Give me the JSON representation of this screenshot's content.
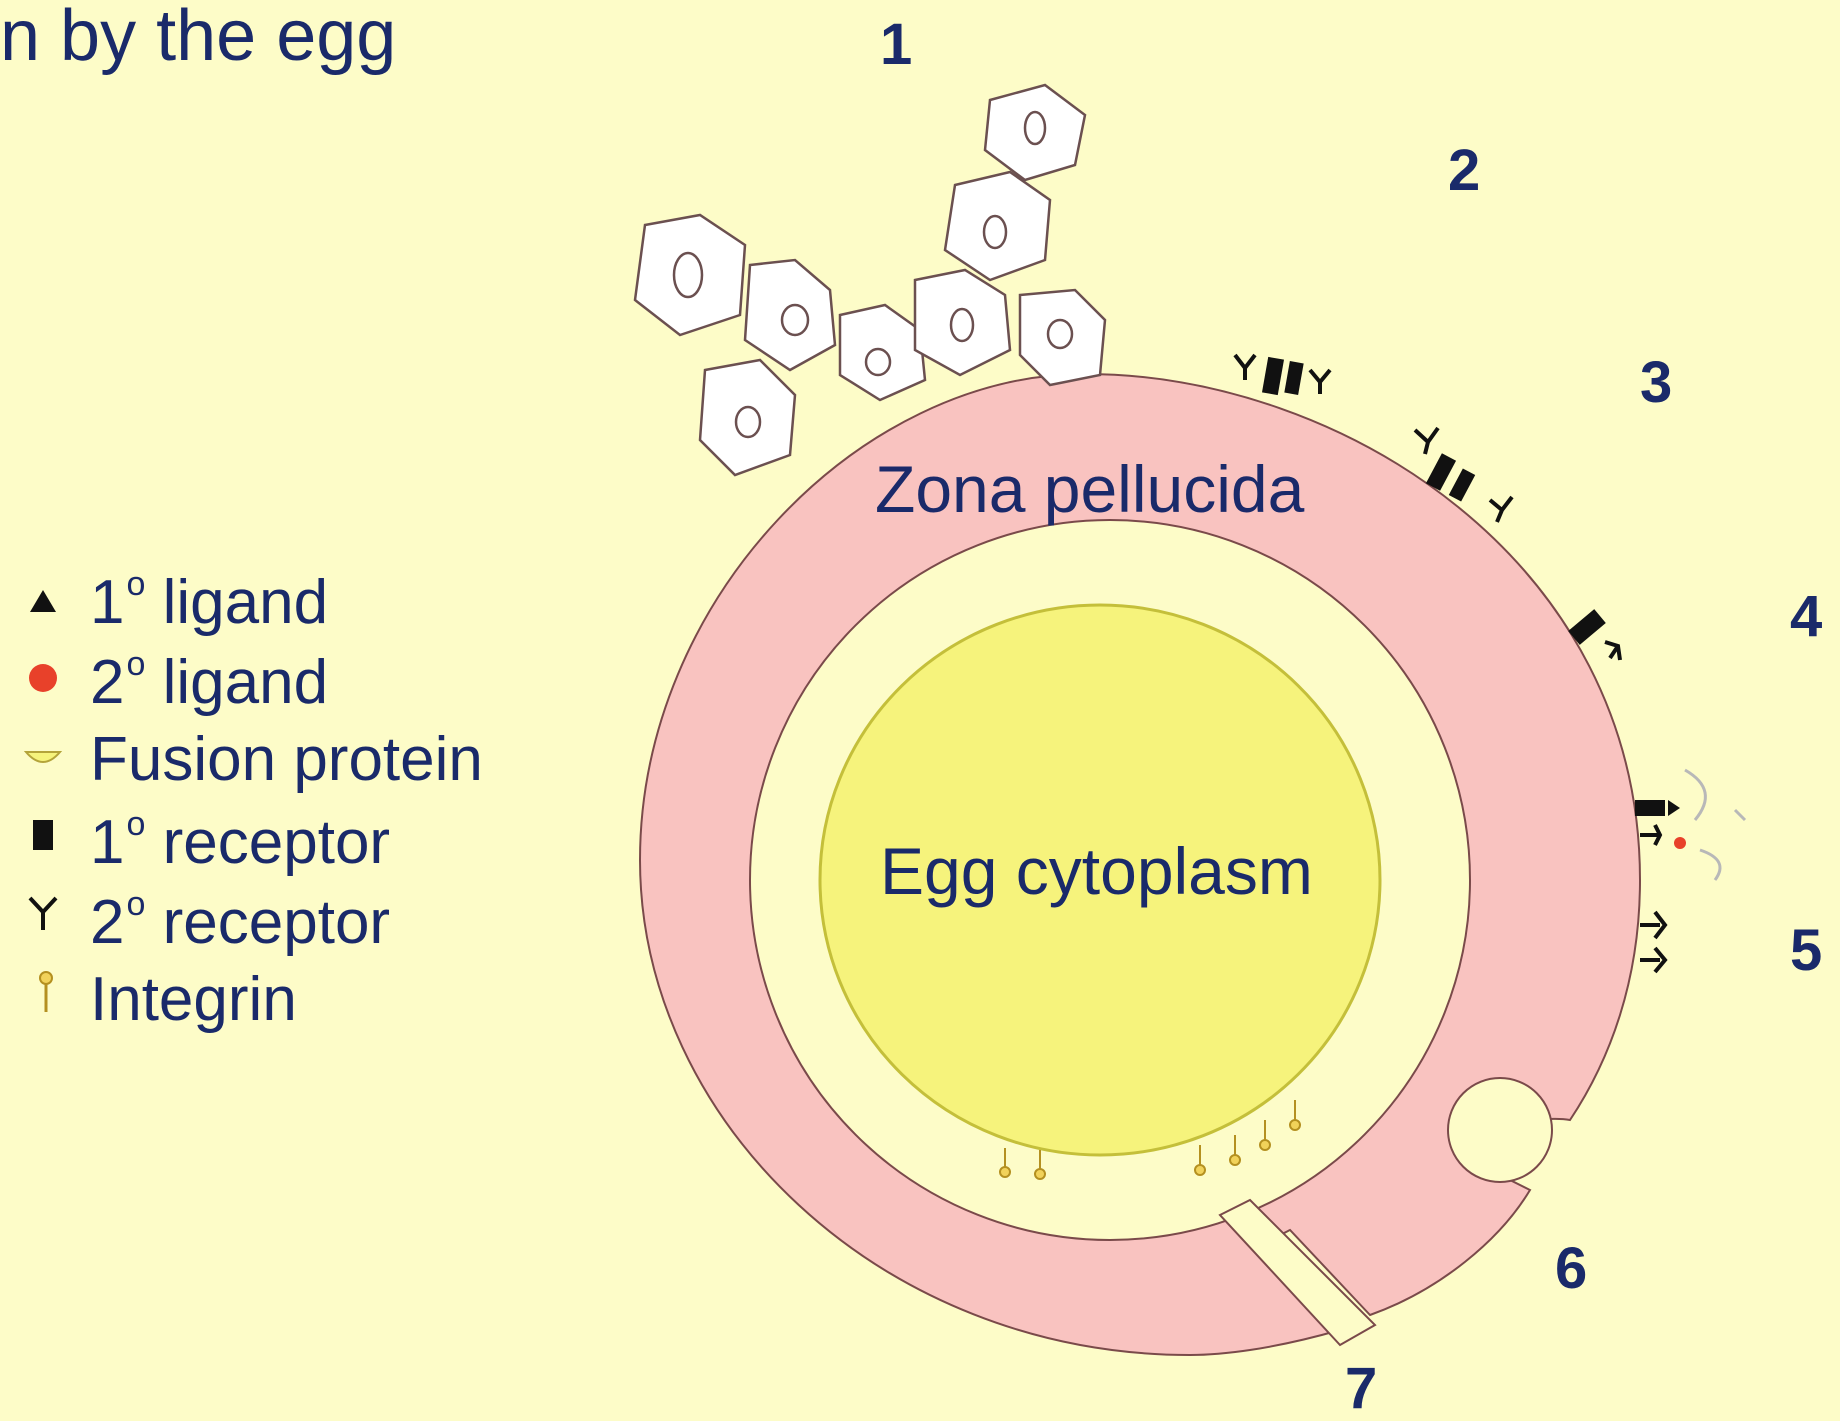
{
  "title": {
    "text": "n by the egg"
  },
  "step_labels": [
    "1",
    "2",
    "3",
    "4",
    "5",
    "6",
    "7"
  ],
  "regions": {
    "zona": "Zona pellucida",
    "cytoplasm": "Egg cytoplasm"
  },
  "legend": [
    {
      "num": "1",
      "sup": "o",
      "text": " ligand",
      "icon": "triangle-ligand-icon"
    },
    {
      "num": "2",
      "sup": "o",
      "text": " ligand",
      "icon": "dot-ligand-icon"
    },
    {
      "num": "",
      "sup": "",
      "text": "Fusion protein",
      "icon": "fusion-protein-icon"
    },
    {
      "num": "1",
      "sup": "o",
      "text": " receptor",
      "icon": "primary-receptor-icon"
    },
    {
      "num": "2",
      "sup": "o",
      "text": " receptor",
      "icon": "secondary-receptor-icon"
    },
    {
      "num": "",
      "sup": "",
      "text": "Integrin",
      "icon": "integrin-icon"
    }
  ],
  "colors": {
    "background": "#fdfcc8",
    "zona": "#f9c3c0",
    "cytoplasm": "#f6f37c",
    "text": "#1a2a6a",
    "cell_fill": "#ffffff",
    "receptor": "#111111",
    "ligand_red": "#e8412a",
    "integrin": "#e6c24a"
  }
}
